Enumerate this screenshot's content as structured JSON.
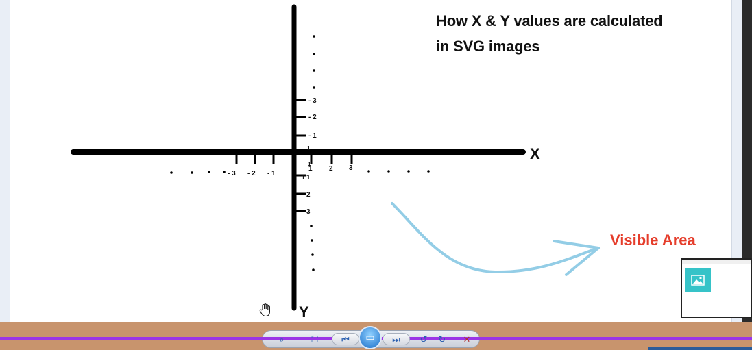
{
  "slide": {
    "title_line1": "How X & Y values are calculated",
    "title_line2": "in SVG images",
    "x_axis_label": "X",
    "y_axis_label": "Y",
    "visible_area_label": "Visible Area",
    "x_negative_ticks": [
      "- 3",
      "- 2",
      "- 1"
    ],
    "x_positive_ticks": [
      "1",
      "2",
      "3"
    ],
    "y_negative_ticks": [
      "- 3",
      "- 2",
      "- 1"
    ],
    "y_positive_ticks": [
      "1",
      "2",
      "3"
    ],
    "origin_labels": [
      "1",
      "1",
      "1"
    ],
    "arrow_color": "#93cde6",
    "label_color": "#e53d2b"
  },
  "thumbnail": {
    "icon": "image-icon",
    "color": "#36c3c8"
  },
  "cursor": {
    "icon": "hand-cursor-icon"
  },
  "player": {
    "controls": [
      {
        "name": "zoom-icon",
        "glyph": "⌕"
      },
      {
        "name": "fit-icon",
        "glyph": "⛶"
      },
      {
        "name": "previous-icon",
        "glyph": "⏮"
      },
      {
        "name": "slideshow-icon",
        "glyph": "▭"
      },
      {
        "name": "next-icon",
        "glyph": "⏭"
      },
      {
        "name": "rotate-left-icon",
        "glyph": "↺"
      },
      {
        "name": "rotate-right-icon",
        "glyph": "↻"
      },
      {
        "name": "delete-icon",
        "glyph": "✕"
      }
    ],
    "taskbar_color": "#c8946d",
    "accent_line_color": "#9b35e6"
  }
}
